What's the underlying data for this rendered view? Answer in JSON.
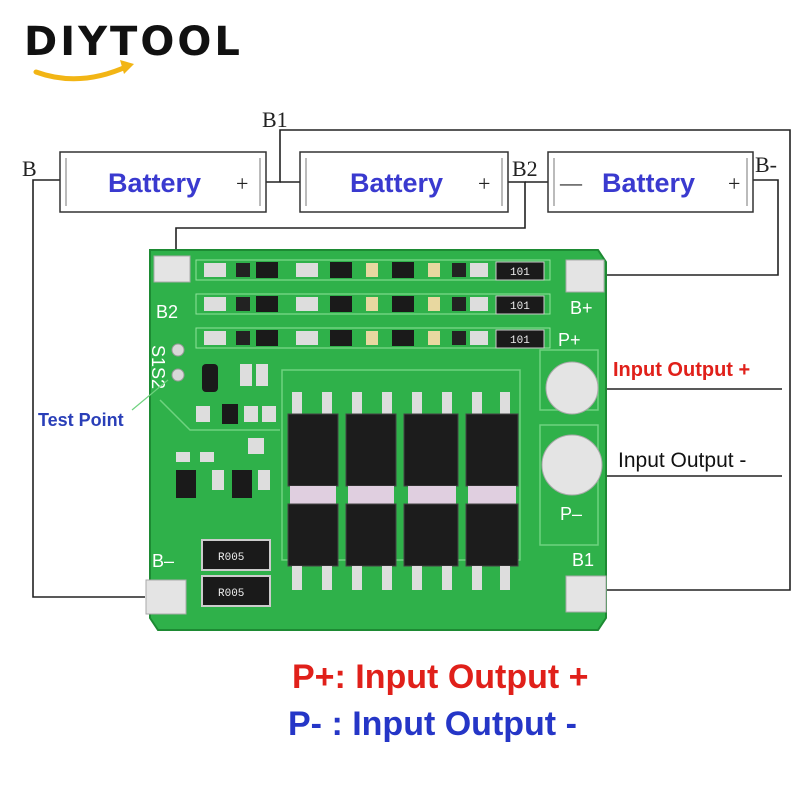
{
  "brand": {
    "name": "DIYTOOL"
  },
  "batteries": [
    {
      "label": "Battery",
      "plus": "+",
      "minus": ""
    },
    {
      "label": "Battery",
      "plus": "+",
      "minus": ""
    },
    {
      "label": "Battery",
      "plus": "+",
      "minus": "—"
    }
  ],
  "wire_labels": {
    "b_left": "B",
    "b1": "B1",
    "b2": "B2",
    "b_minus": "B-"
  },
  "pcb": {
    "pad_b2": "B2",
    "pad_bplus": "B+",
    "pad_pplus": "P+",
    "pad_pminus": "P–",
    "pad_bminus": "B–",
    "pad_b1": "B1",
    "s1s2": "S1S2",
    "res_101": "101",
    "res_r005": "R005"
  },
  "callouts": {
    "input_output_plus": "Input Output +",
    "input_output_minus": "Input Output -",
    "test_point": "Test Point"
  },
  "legend": {
    "line1": "P+: Input Output +",
    "line2": "P- : Input Output -"
  },
  "colors": {
    "pcb_green": "#2fb14a",
    "pad_silver": "#e4e4e4",
    "callout_red": "#e0201a",
    "legend_blue": "#2536c7",
    "battery_text": "#3a3acf",
    "brand_arrow": "#f2b515"
  }
}
